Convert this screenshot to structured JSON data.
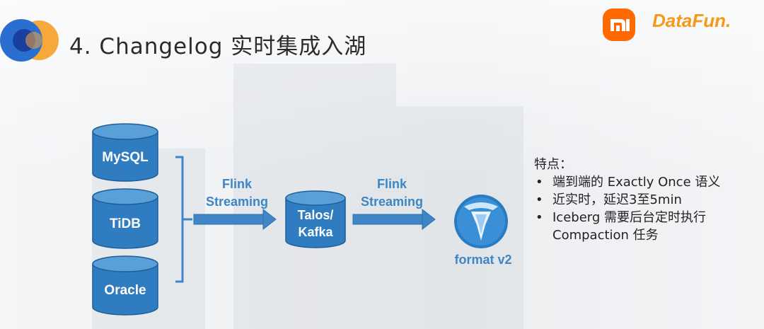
{
  "header": {
    "title": "4. Changelog 实时集成入湖",
    "brand_logo_icon": "xiaomi-logo-icon",
    "partner_logo_text": "DataFun."
  },
  "colors": {
    "accent_blue": "#3d86c6",
    "cylinder_blue": "#2f7dc0",
    "cylinder_top": "#5aa0d8",
    "xiaomi_orange": "#ff6900",
    "datafun_orange": "#f39a1a"
  },
  "diagram": {
    "sources": [
      {
        "label": "MySQL"
      },
      {
        "label": "TiDB"
      },
      {
        "label": "Oracle"
      }
    ],
    "flow1": {
      "line1": "Flink",
      "line2": "Streaming"
    },
    "queue": {
      "line1": "Talos/",
      "line2": "Kafka"
    },
    "flow2": {
      "line1": "Flink",
      "line2": "Streaming"
    },
    "sink": {
      "icon": "iceberg-icon",
      "label": "format v2"
    }
  },
  "features": {
    "heading": "特点：",
    "items": [
      "端到端的 Exactly Once 语义",
      "近实时，延迟3至5min",
      "Iceberg 需要后台定时执行",
      "Compaction 任务"
    ]
  }
}
